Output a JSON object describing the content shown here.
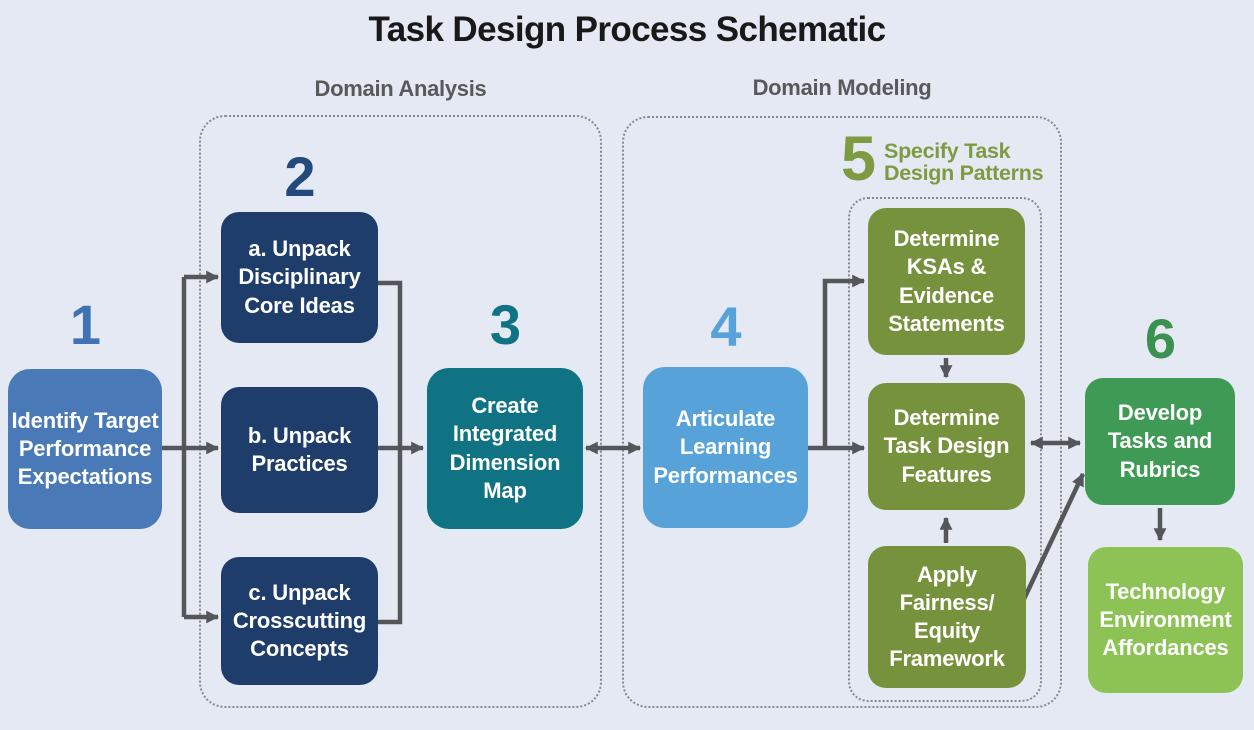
{
  "title": "Task Design Process Schematic",
  "sections": {
    "domain_analysis": {
      "label": "Domain Analysis"
    },
    "domain_modeling": {
      "label": "Domain Modeling"
    },
    "specify_patterns": {
      "number": "5",
      "label": "Specify Task\nDesign Patterns"
    }
  },
  "steps": {
    "s1": {
      "number": "1",
      "label": "Identify Target\nPerformance\nExpectations"
    },
    "s2": {
      "number": "2"
    },
    "s2a": {
      "label": "a. Unpack\nDisciplinary\nCore Ideas"
    },
    "s2b": {
      "label": "b. Unpack\nPractices"
    },
    "s2c": {
      "label": "c. Unpack\nCrosscutting\nConcepts"
    },
    "s3": {
      "number": "3",
      "label": "Create\nIntegrated\nDimension\nMap"
    },
    "s4": {
      "number": "4",
      "label": "Articulate\nLearning\nPerformances"
    },
    "s5a": {
      "label": "Determine\nKSAs &\nEvidence\nStatements"
    },
    "s5b": {
      "label": "Determine\nTask Design\nFeatures"
    },
    "s5c": {
      "label": "Apply\nFairness/\nEquity\nFramework"
    },
    "s6": {
      "number": "6",
      "label": "Develop\nTasks and\nRubrics"
    },
    "s6_tech": {
      "label": "Technology\nEnvironment\nAffordances"
    }
  },
  "colors": {
    "background": "#e4e9f3",
    "title_text": "#191919",
    "section_label_gray": "#58595b",
    "dotted_border_gray": "#87898c",
    "arrow_gray": "#54565a",
    "step1_blue": "#4a79b8",
    "step1_number": "#4173b4",
    "navy": "#1e3d6a",
    "navy_number": "#24497c",
    "teal": "#0f7383",
    "light_blue": "#57a3d9",
    "olive": "#77923c",
    "olive_accent": "#7e9b42",
    "green": "#3f9a55",
    "green_number": "#3a9150",
    "light_green": "#8dc355",
    "box_text_white": "#ffffff"
  }
}
